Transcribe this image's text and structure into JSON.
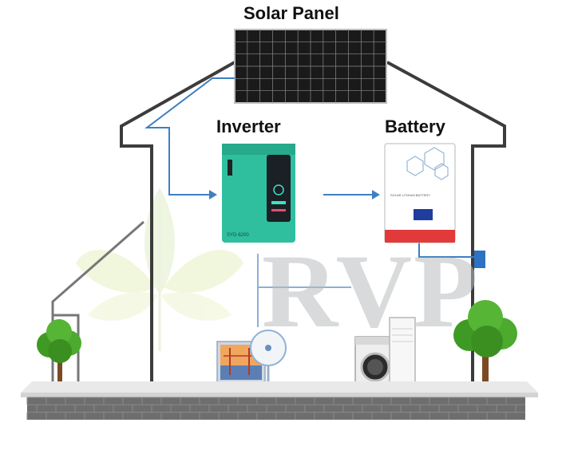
{
  "labels": {
    "solar_panel": "Solar Panel",
    "inverter": "Inverter",
    "battery": "Battery"
  },
  "devices": {
    "inverter_model": "SYD-6200",
    "battery_brand": "SOLAR LITHIUM BATTERY"
  },
  "watermark": "RVP",
  "colors": {
    "house_outline": "#3c3c3c",
    "flow_line": "#3f7fc1",
    "inverter_body": "#2fbf9e",
    "ground_brick": "#6e6e6e",
    "tree_green": "#3f9a24"
  }
}
